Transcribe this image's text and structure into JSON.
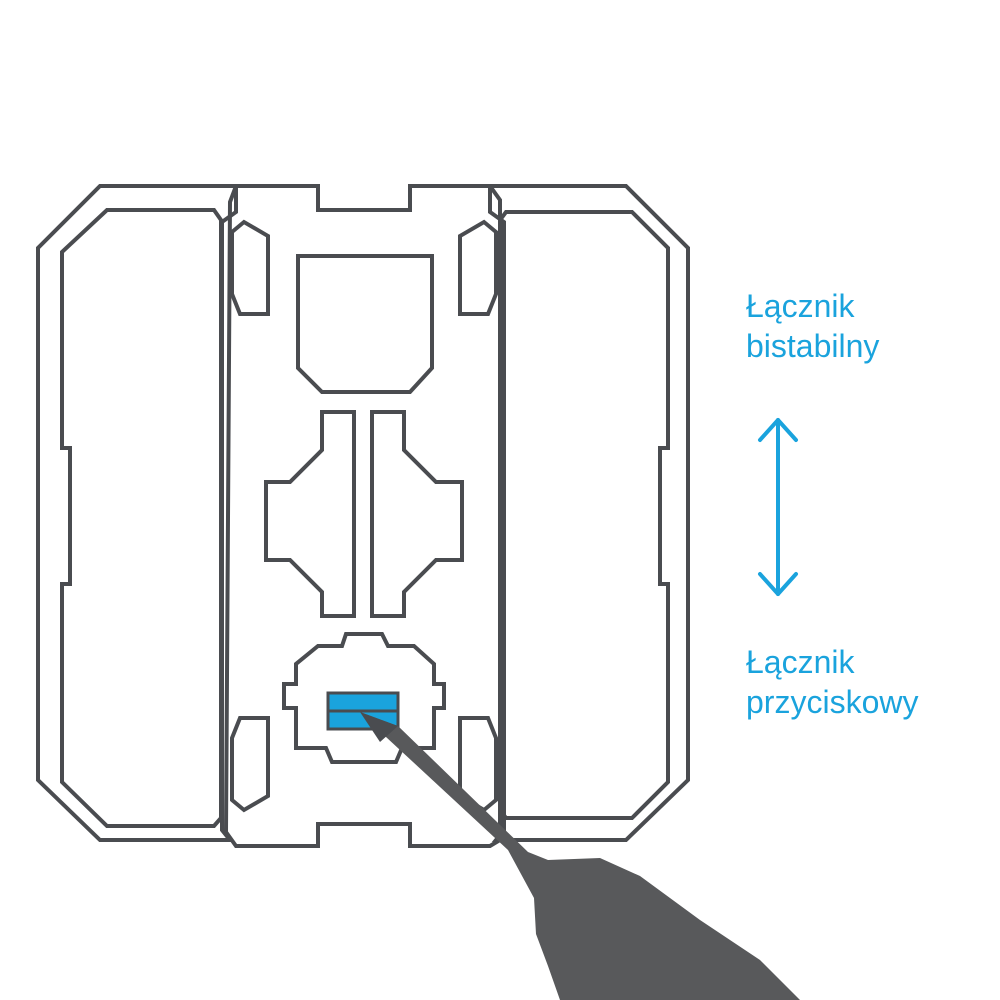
{
  "labels": {
    "bistable": [
      "Łącznik",
      "bistabilny"
    ],
    "pushbutton": [
      "Łącznik",
      "przyciskowy"
    ]
  },
  "colors": {
    "outline": "#4a4c50",
    "accent": "#1aa3dd",
    "background": "#ffffff"
  },
  "icons": {
    "arrow": "double-vertical-arrow-icon",
    "tool": "screwdriver-icon"
  }
}
